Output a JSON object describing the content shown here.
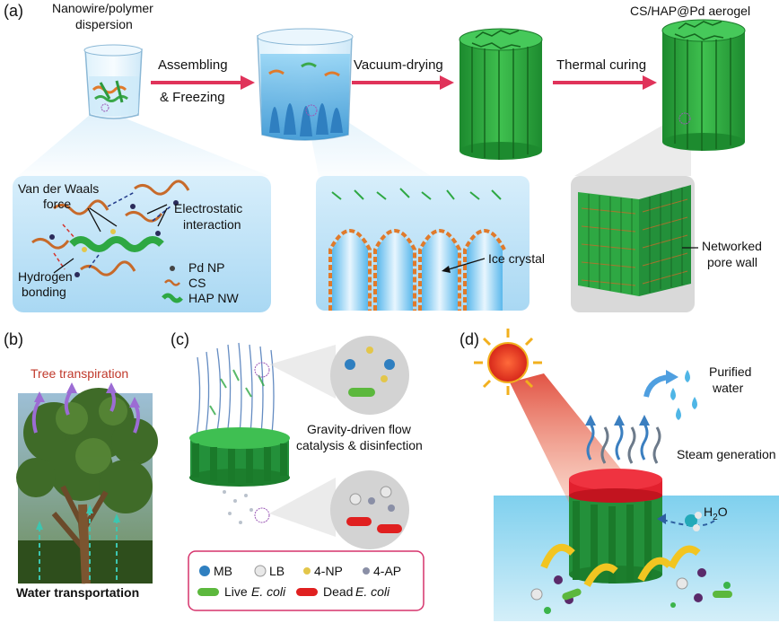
{
  "panel_a": {
    "label": "(a)",
    "stage1_title": [
      "Nanowire/polymer",
      "dispersion"
    ],
    "arrow1": [
      "Assembling",
      "& Freezing"
    ],
    "arrow2": "Vacuum-drying",
    "arrow3": "Thermal curing",
    "stage4_title": "CS/HAP@Pd aerogel",
    "inset1": {
      "vdw": [
        "Van der Waals",
        "force"
      ],
      "electrostatic": [
        "Electrostatic",
        "interaction"
      ],
      "hydrogen": [
        "Hydrogen",
        "bonding"
      ],
      "legend": [
        "Pd NP",
        "CS",
        "HAP NW"
      ]
    },
    "inset2_label": "Ice crystal",
    "inset3_label": [
      "Networked",
      "pore wall"
    ]
  },
  "panel_b": {
    "label": "(b)",
    "top": "Tree transpiration",
    "bottom": "Water transportation"
  },
  "panel_c": {
    "label": "(c)",
    "caption": [
      "Gravity-driven flow",
      "catalysis & disinfection"
    ],
    "legend": {
      "mb": "MB",
      "lb": "LB",
      "np4": "4-NP",
      "ap4": "4-AP",
      "live": "Live",
      "dead": "Dead",
      "ecoli": "E. coli"
    }
  },
  "panel_d": {
    "label": "(d)",
    "purified": [
      "Purified",
      "water"
    ],
    "steam": "Steam generation",
    "h2o_main": "H",
    "h2o_sub": "2",
    "h2o_tail": "O"
  },
  "colors": {
    "arrow": "#e0335a",
    "green": "#26a33a",
    "red_text": "#c0392b",
    "inset_blue": "#bfe3f7",
    "legend_border": "#d6336c"
  }
}
